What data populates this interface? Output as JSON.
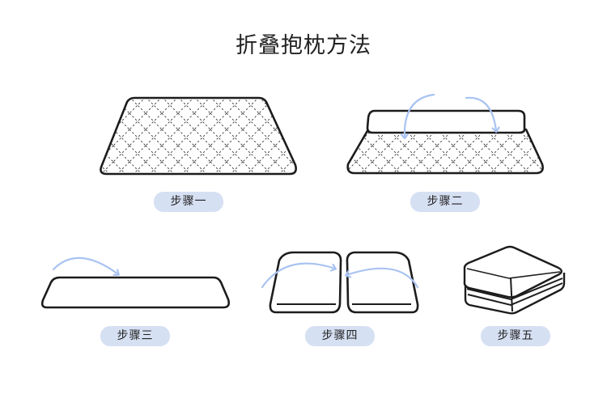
{
  "title": "折叠抱枕方法",
  "steps": [
    {
      "label": "步骤一"
    },
    {
      "label": "步骤二"
    },
    {
      "label": "步骤三"
    },
    {
      "label": "步骤四"
    },
    {
      "label": "步骤五"
    }
  ],
  "colors": {
    "label_bg": "#d6e0f3",
    "arrow": "#a9c3f2",
    "outline": "#1c1c1c",
    "pattern": "#333333"
  }
}
